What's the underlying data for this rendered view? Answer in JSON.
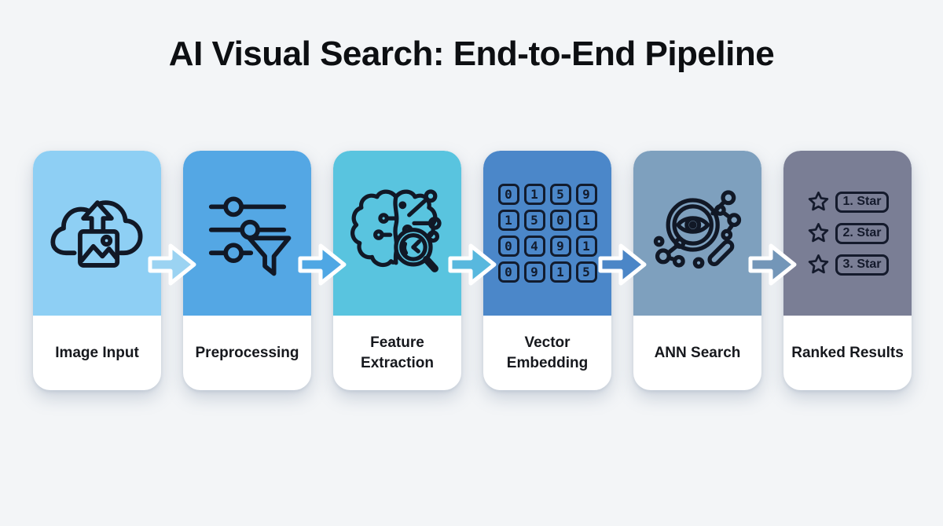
{
  "title": "AI Visual Search: End-to-End Pipeline",
  "theme": {
    "background": "#f3f5f7",
    "title_color": "#0d0f12",
    "label_color": "#16181d",
    "icon_stroke": "#111826",
    "arrow_outline": "#ffffff"
  },
  "cards": [
    {
      "label": "Image Input",
      "color": "#8ecff4",
      "icon": "cloud-upload-image-icon"
    },
    {
      "label": "Preprocessing",
      "color": "#54a7e4",
      "icon": "sliders-filter-icon"
    },
    {
      "label": "Feature Extraction",
      "color": "#59c4df",
      "icon": "brain-circuit-magnifier-icon"
    },
    {
      "label": "Vector Embedding",
      "color": "#4b87c9",
      "icon": "digit-matrix-icon",
      "matrix": [
        [
          "0",
          "1",
          "5",
          "9"
        ],
        [
          "1",
          "5",
          "0",
          "1"
        ],
        [
          "0",
          "4",
          "9",
          "1"
        ],
        [
          "0",
          "9",
          "1",
          "5"
        ]
      ]
    },
    {
      "label": "ANN Search",
      "color": "#7ea0be",
      "icon": "magnifier-eye-network-icon"
    },
    {
      "label": "Ranked Results",
      "color": "#7a7e95",
      "icon": "ranked-stars-icon",
      "items": [
        "1. Star",
        "2. Star",
        "3. Star"
      ]
    }
  ],
  "arrows": [
    {
      "color": "#9bd3f2"
    },
    {
      "color": "#4fa7e4"
    },
    {
      "color": "#58b8de"
    },
    {
      "color": "#4b86c7"
    },
    {
      "color": "#7396b8"
    }
  ]
}
